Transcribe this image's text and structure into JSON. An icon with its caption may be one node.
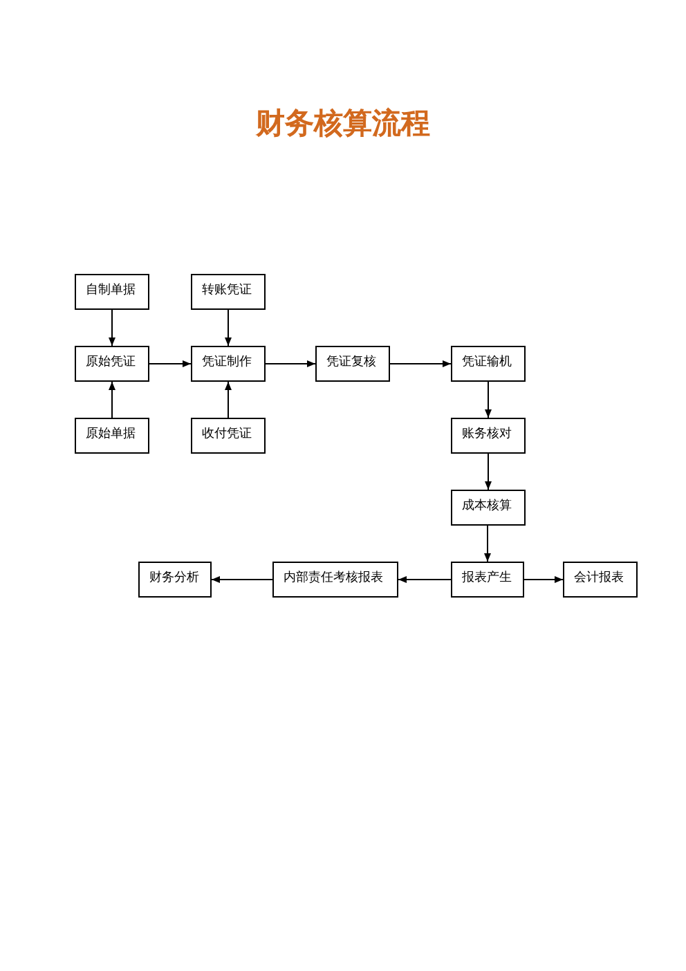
{
  "diagram": {
    "title": "财务核算流程",
    "nodes": [
      {
        "text": [
          "自制单据"
        ]
      },
      {
        "text": [
          "转账凭证"
        ]
      },
      {
        "text": [
          "原始凭证"
        ]
      },
      {
        "text": [
          "凭证制作"
        ]
      },
      {
        "text": [
          "凭证复核"
        ]
      },
      {
        "text": [
          "凭证输机"
        ]
      },
      {
        "text": [
          "原始单据"
        ]
      },
      {
        "text": [
          "收付凭证"
        ]
      },
      {
        "text": [
          "账务核对"
        ]
      },
      {
        "text": [
          "成本核算"
        ]
      },
      {
        "text": [
          "财务分析"
        ]
      },
      {
        "text": [
          "内部责任考核报表"
        ]
      },
      {
        "text": [
          "报表产生"
        ]
      },
      {
        "text": [
          "会计报表"
        ]
      }
    ],
    "edges": [
      {
        "from": 0,
        "to": 2,
        "arrow": "to"
      },
      {
        "from": 1,
        "to": 3,
        "arrow": "to"
      },
      {
        "from": 2,
        "to": 3,
        "arrow": "to"
      },
      {
        "from": 3,
        "to": 4,
        "arrow": "to"
      },
      {
        "from": 4,
        "to": 5,
        "arrow": "to"
      },
      {
        "from": 6,
        "to": 2,
        "arrow": "to"
      },
      {
        "from": 7,
        "to": 3,
        "arrow": "to"
      },
      {
        "from": 5,
        "to": 8,
        "arrow": "to"
      },
      {
        "from": 8,
        "to": 9,
        "arrow": "to"
      },
      {
        "from": 9,
        "to": 12,
        "arrow": "to"
      },
      {
        "from": 12,
        "to": 11,
        "arrow": "to"
      },
      {
        "from": 11,
        "to": 10,
        "arrow": "to"
      },
      {
        "from": 12,
        "to": 13,
        "arrow": "to"
      }
    ]
  }
}
